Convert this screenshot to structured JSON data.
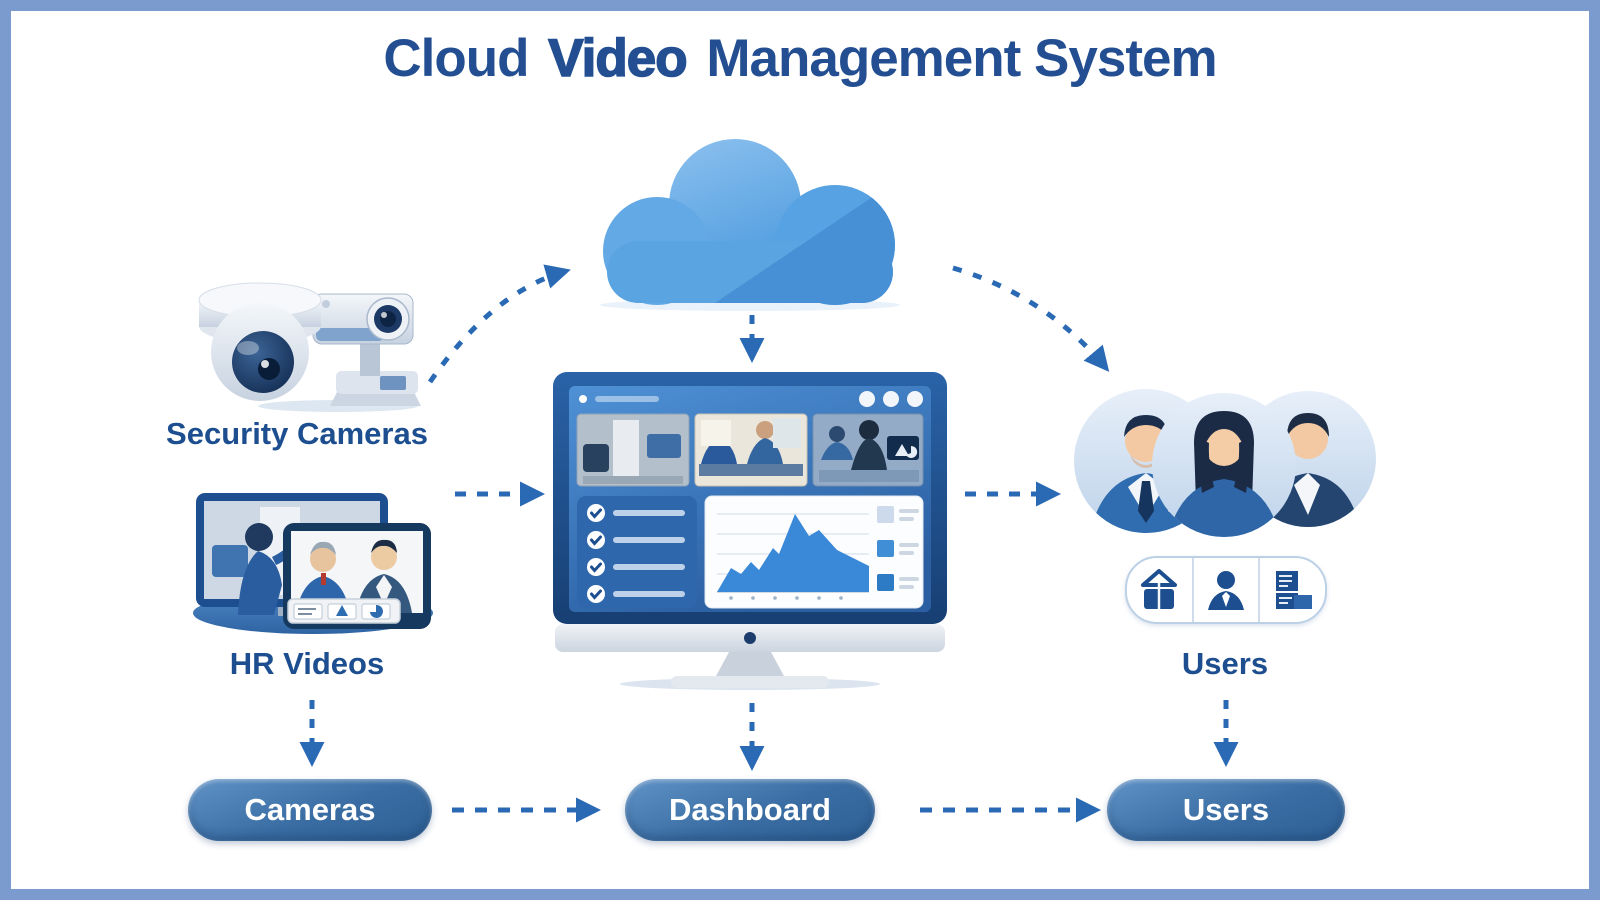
{
  "diagram": {
    "title": {
      "part1": "Cloud",
      "part2": "Video",
      "part3": "Management System"
    },
    "nodes": {
      "security_cameras": {
        "label": "Security Cameras",
        "icon": "security-cameras-icon"
      },
      "hr_videos": {
        "label": "HR Videos",
        "icon": "hr-videos-icon"
      },
      "cloud": {
        "icon": "cloud-icon"
      },
      "dashboard_monitor": {
        "icon": "dashboard-monitor-icon"
      },
      "users": {
        "label": "Users",
        "icon": "user-avatars-icon",
        "feature_icons": [
          "secure-storage-icon",
          "user-profile-icon",
          "documents-icon"
        ]
      }
    },
    "pills": {
      "cameras": "Cameras",
      "dashboard": "Dashboard",
      "users": "Users"
    },
    "connections": [
      {
        "from": "security-cameras",
        "to": "cloud",
        "style": "dashed-curve"
      },
      {
        "from": "cloud",
        "to": "dashboard-monitor",
        "style": "dashed"
      },
      {
        "from": "cloud",
        "to": "users",
        "style": "dashed-curve"
      },
      {
        "from": "hr-videos",
        "to": "dashboard-monitor",
        "style": "dashed"
      },
      {
        "from": "dashboard-monitor",
        "to": "users",
        "style": "dashed"
      },
      {
        "from": "hr-videos",
        "to": "cameras-pill",
        "style": "dashed"
      },
      {
        "from": "dashboard-monitor",
        "to": "dashboard-pill",
        "style": "dashed"
      },
      {
        "from": "users",
        "to": "users-pill",
        "style": "dashed"
      },
      {
        "from": "cameras-pill",
        "to": "dashboard-pill",
        "style": "dashed"
      },
      {
        "from": "dashboard-pill",
        "to": "users-pill",
        "style": "dashed"
      }
    ],
    "colors": {
      "frame_border": "#7b9ace",
      "title_text": "#234f92",
      "label_text": "#1d4e8f",
      "arrow": "#2a6ab5",
      "pill_gradient_start": "#6093c7",
      "pill_gradient_end": "#2e6095",
      "cloud_light": "#8cc0ee",
      "cloud_mid": "#5aa2e2",
      "cloud_dark": "#4289d2",
      "pill_text": "#ffffff"
    }
  }
}
